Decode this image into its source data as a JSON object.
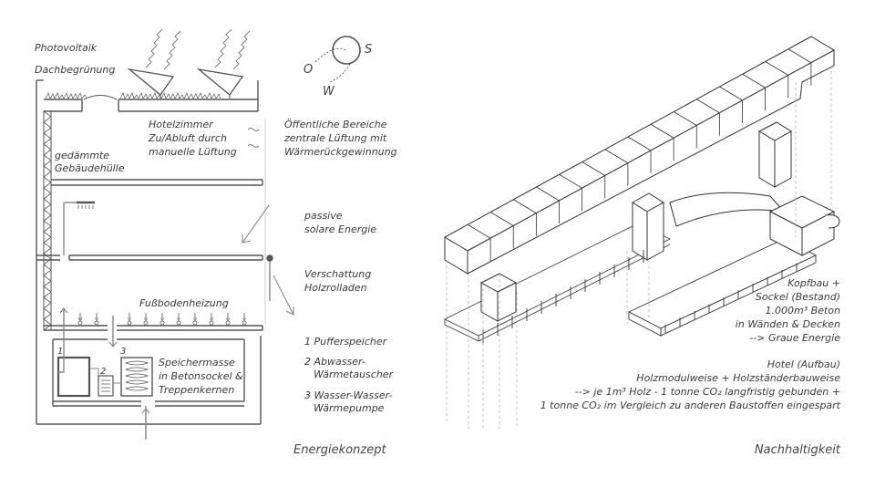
{
  "energy": {
    "title": "Energiekonzept",
    "photovoltaik": "Photovoltaik",
    "dachbegruenung": "Dachbegrünung",
    "huelle_1": "gedämmte",
    "huelle_2": "Gebäudehülle",
    "hotelzimmer_1": "Hotelzimmer",
    "hotelzimmer_2": "Zu/Abluft durch",
    "hotelzimmer_3": "manuelle Lüftung",
    "oeffentlich_1": "Öffentliche Bereiche",
    "oeffentlich_2": "zentrale Lüftung mit",
    "oeffentlich_3": "Wärmerückgewinnung",
    "passiv_1": "passive",
    "passiv_2": "solare Energie",
    "verschattung_1": "Verschattung",
    "verschattung_2": "Holzrolladen",
    "fussboden": "Fußbodenheizung",
    "speicher_1": "Speichermasse",
    "speicher_2": "in Betonsockel &",
    "speicher_3": "Treppenkernen",
    "num_1": "1",
    "num_2": "2",
    "num_3": "3",
    "legend_1": "1 Pufferspeicher",
    "legend_2a": "2 Abwasser-",
    "legend_2b": "Wärmetauscher",
    "legend_3a": "3 Wasser-Wasser-",
    "legend_3b": "Wärmepumpe",
    "compass_o": "O",
    "compass_s": "S",
    "compass_w": "W"
  },
  "sustain": {
    "title": "Nachhaltigkeit",
    "kopfbau_1": "Kopfbau +",
    "kopfbau_2": "Sockel (Bestand)",
    "kopfbau_3": "1.000m³ Beton",
    "kopfbau_4": "in Wänden & Decken",
    "kopfbau_5": "--> Graue Energie",
    "hotel_1": "Hotel (Aufbau)",
    "hotel_2": "Holzmodulweise + Holzständerbauweise",
    "hotel_3": "--> je 1m³ Holz - 1 tonne CO₂ langfristig gebunden +",
    "hotel_4": "1 tonne CO₂ im Vergleich zu anderen Baustoffen eingespart"
  }
}
